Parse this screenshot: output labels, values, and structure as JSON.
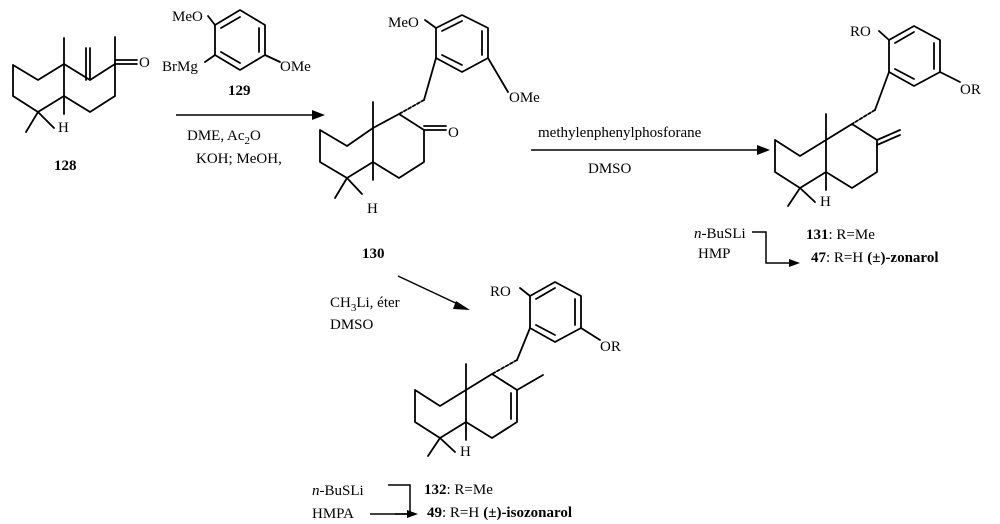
{
  "compounds": {
    "c128": {
      "number": "128",
      "atoms": {
        "O": "O",
        "H": "H"
      }
    },
    "c129": {
      "number": "129",
      "atoms": {
        "MeO": "MeO",
        "OMe": "OMe",
        "BrMg": "BrMg"
      }
    },
    "c130": {
      "number": "130",
      "atoms": {
        "MeO": "MeO",
        "OMe": "OMe",
        "O": "O",
        "H": "H"
      }
    },
    "c131": {
      "atoms": {
        "RO": "RO",
        "OR": "OR",
        "H": "H"
      }
    },
    "c132": {
      "atoms": {
        "RO": "RO",
        "OR": "OR",
        "H": "H"
      }
    }
  },
  "reactions": {
    "step1": {
      "line1_a": "DME, Ac",
      "line1_sub": "2",
      "line1_b": "O",
      "line2": "KOH; MeOH,"
    },
    "step2": {
      "line1": "methylenphenylphosforane",
      "line2": "DMSO"
    },
    "step3": {
      "line1_a": "CH",
      "line1_sub": "3",
      "line1_b": "Li, éter",
      "line2": "DMSO"
    }
  },
  "products": {
    "right": {
      "reagent_italic": "n",
      "reagent_rest": "-BuSLi",
      "solvent": "HMP",
      "row1_number": "131",
      "row1_text": ": R=Me",
      "row2_number": "47",
      "row2_text": ":  R=H",
      "row2_name": "(±)-zonarol"
    },
    "bottom": {
      "reagent_italic": "n",
      "reagent_rest": "-BuSLi",
      "solvent": "HMPA",
      "row1_number": "132",
      "row1_text": ": R=Me",
      "row2_number": "49",
      "row2_text": ":  R=H",
      "row2_name": "(±)-isozonarol"
    }
  }
}
